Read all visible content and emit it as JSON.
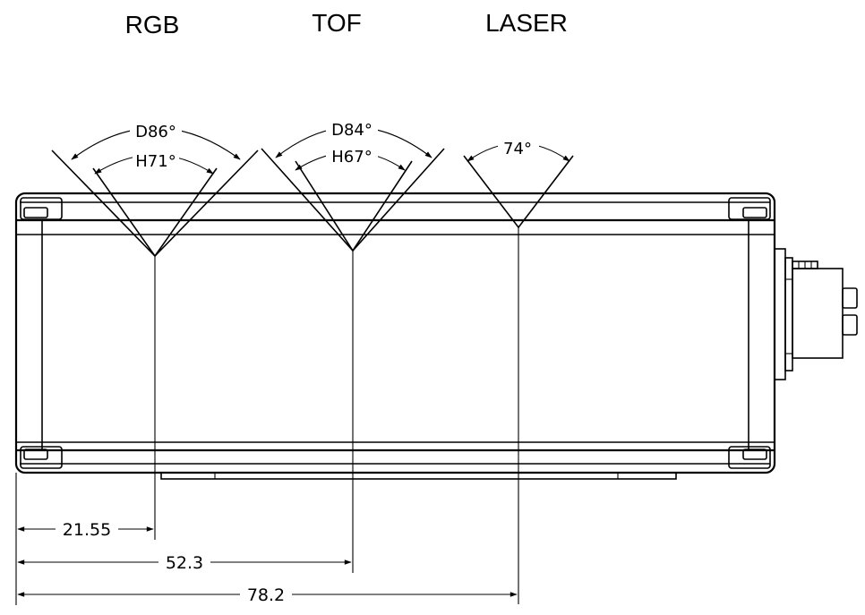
{
  "headers": {
    "rgb": "RGB",
    "tof": "TOF",
    "laser": "LASER"
  },
  "fov": {
    "rgb_diagonal": "D86°",
    "rgb_horizontal": "H71°",
    "tof_diagonal": "D84°",
    "tof_horizontal": "H67°",
    "laser": "74°"
  },
  "dimensions": {
    "rgb_offset": "21.55",
    "tof_offset": "52.3",
    "laser_offset": "78.2"
  }
}
